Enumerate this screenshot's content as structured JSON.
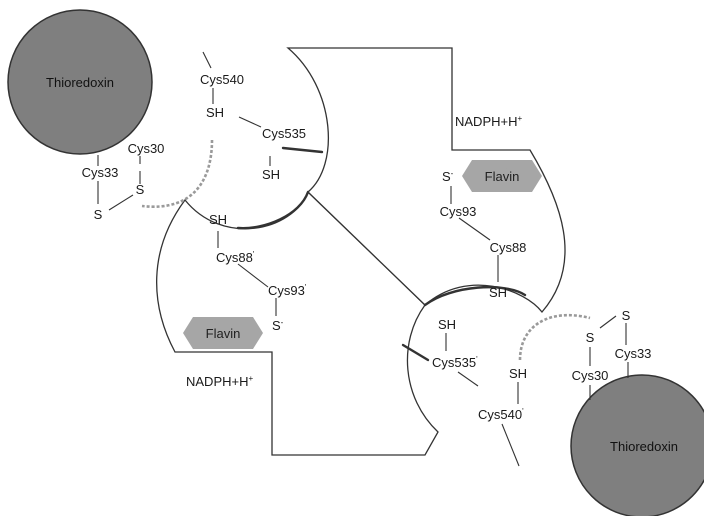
{
  "colors": {
    "thioredoxin_fill": "#7f7f7f",
    "flavin_fill": "#a6a6a6",
    "outline": "#333333",
    "dashed_path": "#9a9a9a"
  },
  "thioredoxin_top": {
    "label": "Thioredoxin",
    "residues": {
      "cys33": "Cys33",
      "cys30": "Cys30",
      "s_left": "S",
      "s_right": "S"
    }
  },
  "thioredoxin_bottom": {
    "label": "Thioredoxin",
    "residues": {
      "cys33": "Cys33",
      "cys30": "Cys30",
      "s_left": "S",
      "s_right": "S"
    }
  },
  "subunit_a": {
    "cys540": "Cys540",
    "cys540_sh": "SH",
    "cys535": "Cys535",
    "cys535_sh": "SH",
    "nadph": "NADPH+H",
    "nadph_sup": "+",
    "flavin": "Flavin",
    "s_minus": "S",
    "s_minus_sup": "-",
    "cys93": "Cys93",
    "cys88": "Cys88",
    "cys88_sh": "SH"
  },
  "subunit_b": {
    "cys88_sh": "SH",
    "cys88": "Cys88",
    "cys88_sup": "'",
    "cys93": "Cys93",
    "cys93_sup": "'",
    "s_minus": "S",
    "s_minus_sup": "-",
    "flavin": "Flavin",
    "nadph": "NADPH+H",
    "nadph_sup": "+",
    "cys535_sh": "SH",
    "cys535": "Cys535",
    "cys535_sup": "'",
    "cys540_sh": "SH",
    "cys540": "Cys540",
    "cys540_sup": "'"
  }
}
